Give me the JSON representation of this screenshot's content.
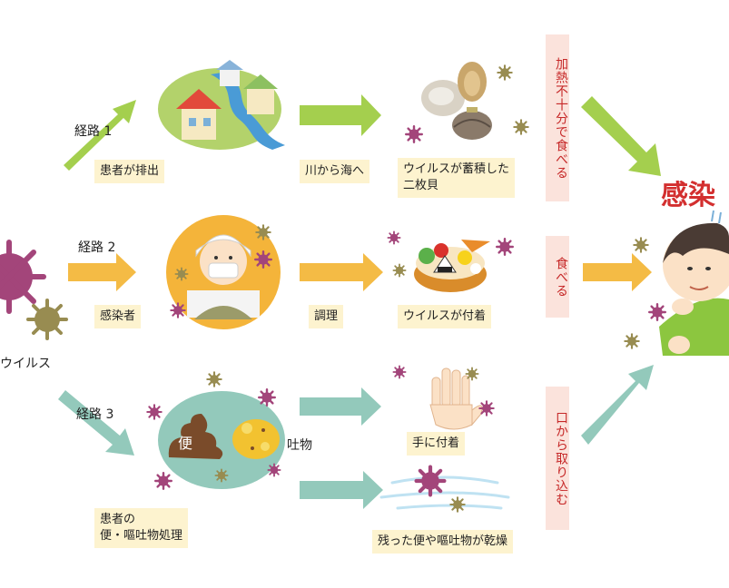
{
  "virus_label": "ウイルス",
  "infection_label": "感染",
  "routes": [
    {
      "name": "経路 1",
      "source_label": "患者が排出",
      "step_label": "川から海へ",
      "result_label": "ウイルスが蓄積した\n二枚貝",
      "action_label": "加熱不十分で食べる"
    },
    {
      "name": "経路 2",
      "source_label": "感染者",
      "step_label": "調理",
      "result_label": "ウイルスが付着",
      "action_label": "食べる"
    },
    {
      "name": "経路 3",
      "source_label": "患者の\n便・嘔吐物処理",
      "stool_label": "便",
      "vomit_label": "吐物",
      "result_label": "手に付着",
      "result2_label": "残った便や嘔吐物が乾燥",
      "action_label": "口から取り込む"
    }
  ],
  "colors": {
    "route1_arrow": "#a4cf4e",
    "route2_arrow": "#f4bb45",
    "route3_arrow": "#93c9bb",
    "virus_purple": "#a3457a",
    "virus_olive": "#988c51",
    "infection_text": "#d32f2f",
    "label_bg": "#fdf3cf",
    "action_bg": "#fbe3dc"
  }
}
